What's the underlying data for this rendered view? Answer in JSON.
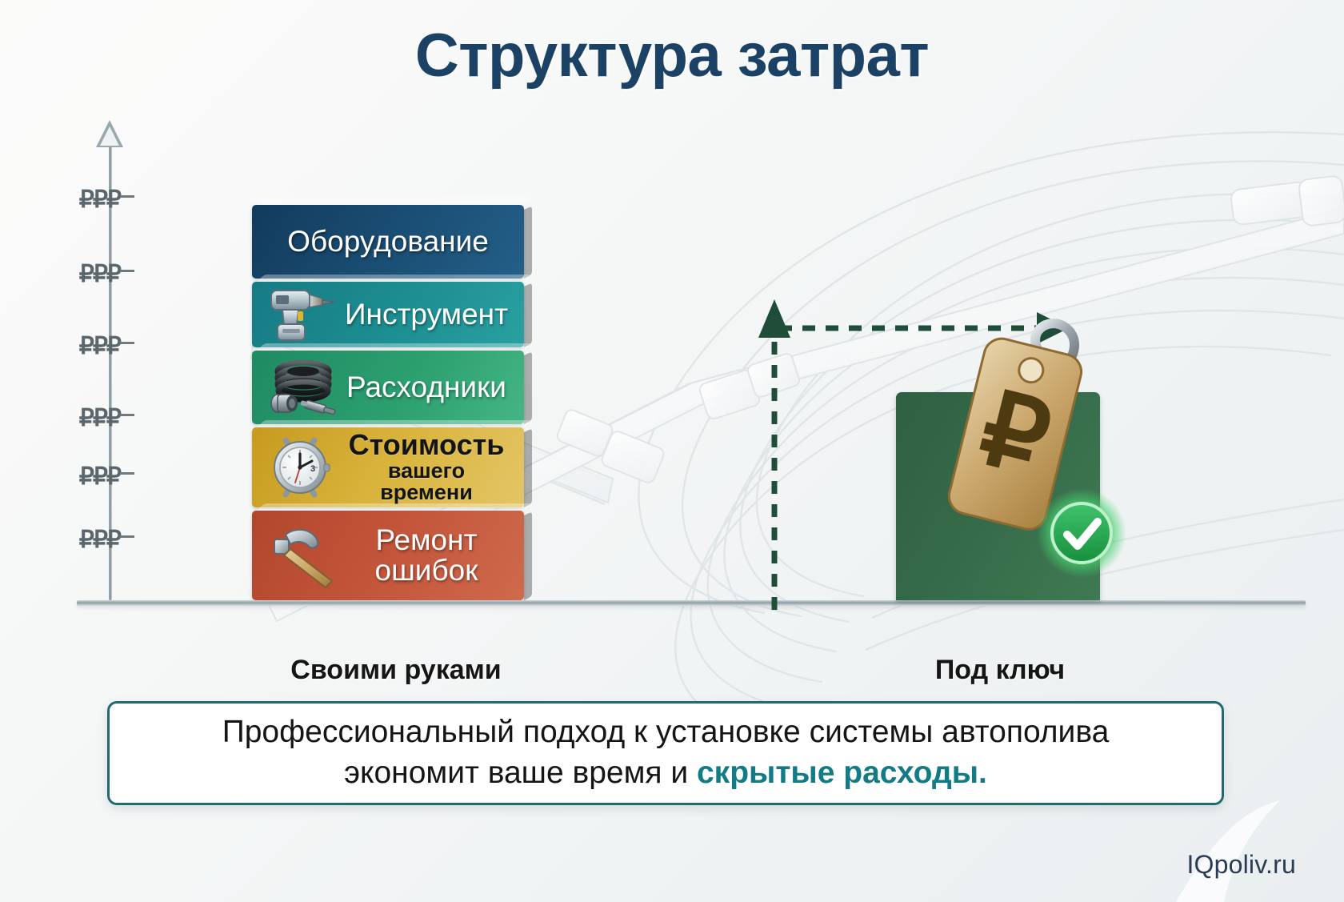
{
  "header": {
    "title": "Структура затрат"
  },
  "chart_data": {
    "type": "bar",
    "title": "Структура затрат",
    "xlabel": "",
    "ylabel": "₽₽₽",
    "grid": false,
    "legend_position": "none",
    "axis": {
      "y_tick_labels": [
        "₽₽₽",
        "₽₽₽",
        "₽₽₽",
        "₽₽₽",
        "₽₽₽",
        "₽₽₽"
      ],
      "y_tick_count": 6,
      "y_arrow": true
    },
    "categories": [
      "Своими руками",
      "Под ключ"
    ],
    "series": [
      {
        "name": "Своими руками",
        "stacked": true,
        "segments": [
          {
            "label": "Оборудование",
            "label_line2": "",
            "value": 92,
            "color": "#1b4f75",
            "icon": "none"
          },
          {
            "label": "Инструмент",
            "label_line2": "",
            "value": 82,
            "color": "#1d8e92",
            "icon": "drill-icon"
          },
          {
            "label": "Расходники",
            "label_line2": "",
            "value": 92,
            "color": "#2c9f6f",
            "icon": "hose-coil-icon"
          },
          {
            "label": "Стоимость",
            "label_line2": "вашего времени",
            "value": 100,
            "color": "#d9b43c",
            "icon": "watch-icon"
          },
          {
            "label": "Ремонт",
            "label_line2": "ошибок",
            "value": 112,
            "color": "#c3553a",
            "icon": "hammer-icon"
          }
        ],
        "total": 478
      },
      {
        "name": "Под ключ",
        "stacked": false,
        "segments": [
          {
            "label": "",
            "label_line2": "",
            "value": 260,
            "color": "#366b49",
            "icon": "price-tag-icon"
          }
        ],
        "total": 260
      }
    ],
    "annotations": [
      {
        "name": "savings-arrow",
        "type": "dashed-elbow-arrow",
        "color": "#1f4d39"
      },
      {
        "name": "price-tag",
        "type": "icon",
        "symbol": "₽"
      },
      {
        "name": "check-badge",
        "type": "icon",
        "symbol": "✓"
      }
    ]
  },
  "caption": {
    "line1": "Профессиональный подход к установке системы автополива",
    "line2_plain": "экономит ваше время и ",
    "line2_accent": "скрытые расходы."
  },
  "watermark": {
    "text": "IQpoliv.ru"
  },
  "colors": {
    "title": "#1b4265",
    "accent_teal": "#137b85",
    "caption_border": "#206a70",
    "bar_equipment": "#1b4f75",
    "bar_tool": "#1d8e92",
    "bar_consumables": "#2c9f6f",
    "bar_time": "#d9b43c",
    "bar_repair": "#c3553a",
    "bar_turnkey": "#366b49",
    "arrow": "#1f4d39",
    "tag_gold": "#c8a264",
    "check_green": "#2fb457"
  }
}
